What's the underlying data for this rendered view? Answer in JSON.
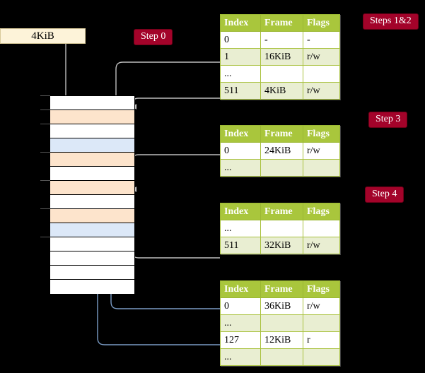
{
  "page_box": {
    "label": "4KiB"
  },
  "badges": [
    {
      "label": "Step 0"
    },
    {
      "label": "Steps 1&2"
    },
    {
      "label": "Step 3"
    },
    {
      "label": "Step 4"
    }
  ],
  "tables": [
    {
      "name": "level0-table",
      "headers": [
        "Index",
        "Frame",
        "Flags"
      ],
      "rows": [
        {
          "style": "plain",
          "highlight": false,
          "cells": [
            "0",
            "-",
            "-"
          ]
        },
        {
          "style": "alt",
          "highlight": false,
          "cells": [
            "1",
            "16KiB",
            "r/w"
          ]
        },
        {
          "style": "plain",
          "highlight": false,
          "cells": [
            "...",
            "",
            ""
          ]
        },
        {
          "style": "alt",
          "highlight": true,
          "cells": [
            "511",
            "4KiB",
            "r/w"
          ]
        }
      ]
    },
    {
      "name": "level1-table",
      "headers": [
        "Index",
        "Frame",
        "Flags"
      ],
      "rows": [
        {
          "style": "plain",
          "highlight": false,
          "cells": [
            "0",
            "24KiB",
            "r/w"
          ]
        },
        {
          "style": "alt",
          "highlight": false,
          "cells": [
            "...",
            "",
            ""
          ]
        }
      ]
    },
    {
      "name": "level2-table",
      "headers": [
        "Index",
        "Frame",
        "Flags"
      ],
      "rows": [
        {
          "style": "plain",
          "highlight": false,
          "cells": [
            "...",
            "",
            ""
          ]
        },
        {
          "style": "alt",
          "highlight": false,
          "cells": [
            "511",
            "32KiB",
            "r/w"
          ]
        }
      ]
    },
    {
      "name": "level3-table",
      "headers": [
        "Index",
        "Frame",
        "Flags"
      ],
      "rows": [
        {
          "style": "plain",
          "highlight": false,
          "cells": [
            "0",
            "36KiB",
            "r/w"
          ]
        },
        {
          "style": "alt",
          "highlight": false,
          "cells": [
            "...",
            "",
            ""
          ]
        },
        {
          "style": "plain",
          "highlight": false,
          "cells": [
            "127",
            "12KiB",
            "r"
          ]
        },
        {
          "style": "alt",
          "highlight": false,
          "cells": [
            "...",
            "",
            ""
          ]
        }
      ]
    }
  ],
  "memory_rows": [
    {
      "fill": "#ffffff"
    },
    {
      "fill": "#fde4cc"
    },
    {
      "fill": "#ffffff"
    },
    {
      "fill": "#dce8f8"
    },
    {
      "fill": "#fde4cc"
    },
    {
      "fill": "#ffffff"
    },
    {
      "fill": "#fde4cc"
    },
    {
      "fill": "#ffffff"
    },
    {
      "fill": "#fde4cc"
    },
    {
      "fill": "#dce8f8"
    },
    {
      "fill": "#ffffff"
    },
    {
      "fill": "#ffffff"
    },
    {
      "fill": "#ffffff"
    },
    {
      "fill": "#ffffff"
    }
  ],
  "colors": {
    "badge_bg": "#a3032a",
    "table_header": "#a9c63c",
    "table_alt_row": "#e9eed2",
    "highlight": "#fcfcb0",
    "page_box": "#fdf3d9",
    "frame_orange": "#fde4cc",
    "frame_blue": "#dce8f8",
    "wire_gray": "#b8b8b8",
    "wire_blue": "#7a9cc6",
    "background": "#000000"
  }
}
